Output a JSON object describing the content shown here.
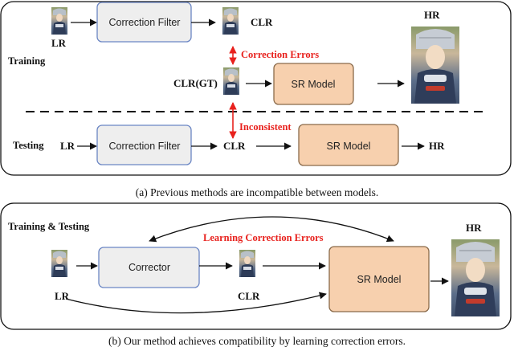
{
  "panel_a": {
    "training_label": "Training",
    "testing_label": "Testing",
    "lr_label": "LR",
    "lr_test_label": "LR",
    "filter_label": "Correction Filter",
    "filter_test_label": "Correction Filter",
    "clr_label": "CLR",
    "clr_gt_label": "CLR(GT)",
    "clr_test_label": "CLR",
    "hr_label": "HR",
    "hr_test_label": "HR",
    "sr_label": "SR Model",
    "sr_test_label": "SR Model",
    "correction_errors": "Correction Errors",
    "inconsistent": "Inconsistent",
    "caption": "(a) Previous methods are incompatible between models."
  },
  "panel_b": {
    "title": "Training & Testing",
    "learning": "Learning Correction Errors",
    "corrector_label": "Corrector",
    "sr_label": "SR Model",
    "lr_label": "LR",
    "clr_label": "CLR",
    "hr_label": "HR",
    "caption": "(b) Our method achieves compatibility by learning correction errors."
  },
  "colors": {
    "filter_fill": "#eeeeee",
    "filter_stroke": "#6b86c4",
    "sr_fill": "#f7d0ae",
    "sr_stroke": "#8a6a4a",
    "accent_red": "#e8211d"
  }
}
